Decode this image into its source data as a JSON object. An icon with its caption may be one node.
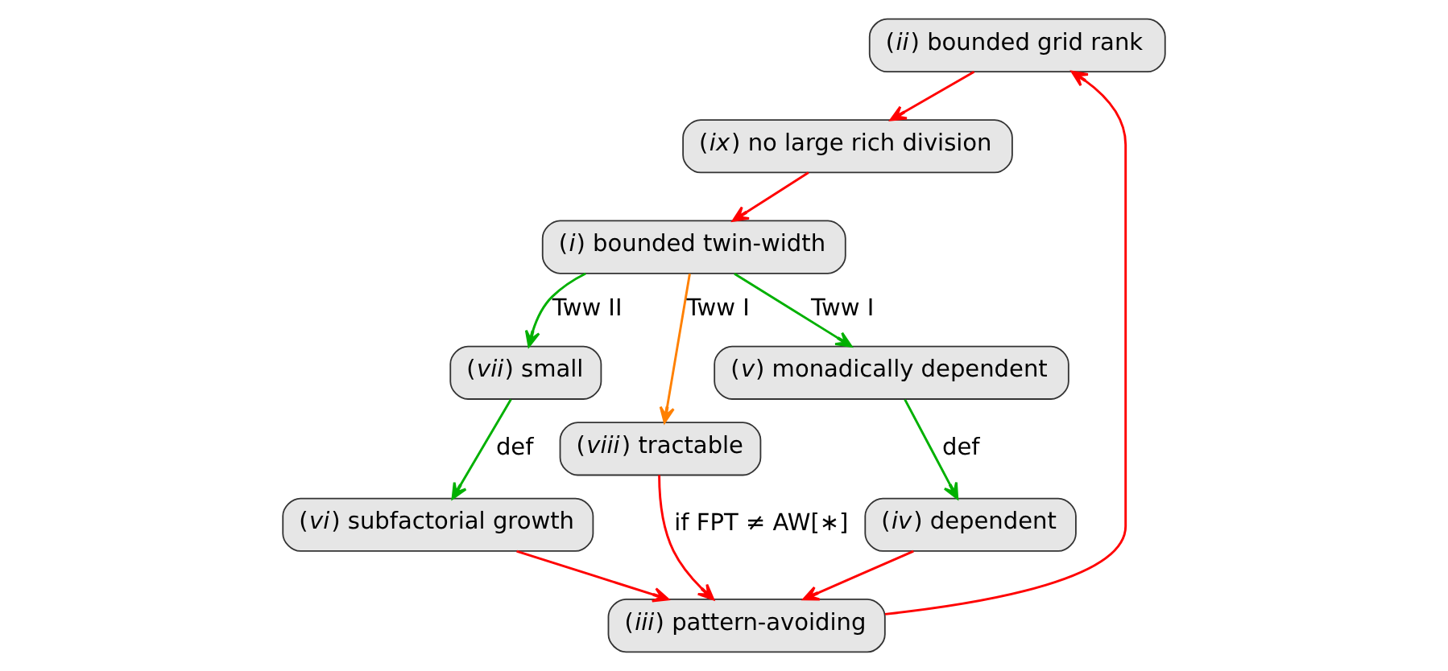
{
  "diagram": {
    "nodes": [
      {
        "text": [
          "(*ii*) bounded grid rank"
        ]
      },
      {
        "text": [
          "(*ix*) no large rich division"
        ]
      },
      {
        "text": [
          "(*vi*) subfactorial growth"
        ]
      },
      {
        "text": [
          "(*vii*) small"
        ]
      },
      {
        "text": [
          "(*iii*) pattern-avoiding"
        ]
      },
      {
        "text": [
          "(*i*) bounded twin-width"
        ]
      },
      {
        "text": [
          "(*viii*) tractable"
        ]
      },
      {
        "text": [
          "(*iv*) dependent"
        ]
      },
      {
        "text": [
          "(*v*) monadically dependent"
        ]
      }
    ],
    "edges": [
      {
        "from": 0,
        "to": 1,
        "arrow": "to"
      },
      {
        "from": 1,
        "to": 5,
        "arrow": "to"
      },
      {
        "from": 5,
        "to": 3,
        "arrow": "to",
        "label": "Tww II",
        "color": "#00b000"
      },
      {
        "from": 3,
        "to": 2,
        "arrow": "to",
        "label": "def",
        "color": "#00b000"
      },
      {
        "from": 2,
        "to": 4,
        "arrow": "to"
      },
      {
        "from": 5,
        "to": 6,
        "arrow": "to",
        "label": "Tww I",
        "color": "#ff8000"
      },
      {
        "from": 6,
        "to": 4,
        "arrow": "to",
        "label": "if FPT ≠ AW[∗]"
      },
      {
        "from": 7,
        "to": 4,
        "arrow": "to"
      },
      {
        "from": 4,
        "to": 0,
        "arrow": "to"
      },
      {
        "from": 5,
        "to": 8,
        "arrow": "to",
        "label": "Tww I",
        "color": "#00b000"
      },
      {
        "from": 8,
        "to": 7,
        "arrow": "to",
        "label": "def",
        "color": "#00b000"
      }
    ]
  }
}
